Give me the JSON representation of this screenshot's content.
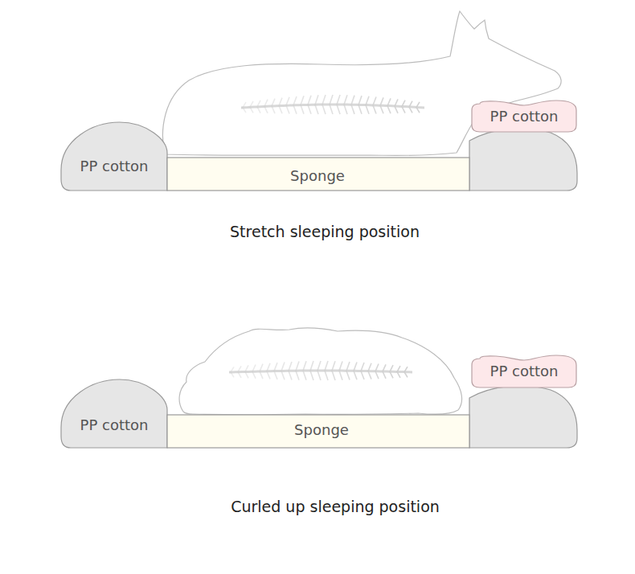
{
  "diagram": {
    "nodes": [
      {
        "text": [
          "PP cotton"
        ]
      },
      {
        "text": [
          "Sponge"
        ]
      },
      {
        "text": [
          "PP cotton"
        ]
      },
      {
        "text": [
          "PP cotton"
        ]
      },
      {
        "text": [
          "Sponge"
        ]
      },
      {
        "text": [
          "PP cotton"
        ]
      }
    ],
    "labels": [
      "Stretch sleeping position",
      "Curled up sleeping position"
    ]
  }
}
